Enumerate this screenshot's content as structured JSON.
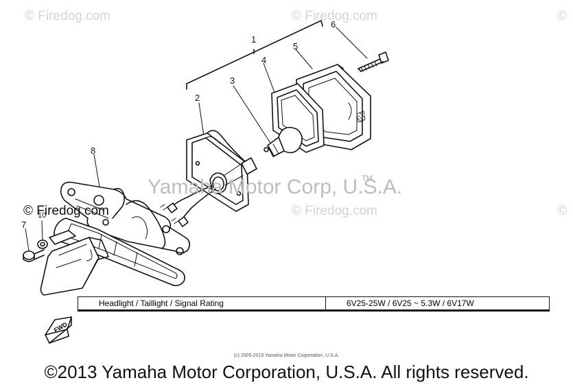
{
  "watermarks": {
    "top_left": "© Firedog.com",
    "top_center": "© Firedog.com",
    "top_right": "©",
    "mid_left": "© Firedog.com",
    "mid_center": "© Firedog.com",
    "mid_right": "©",
    "center": "Yamaha Motor Corp, U.S.A.",
    "trademark": "TM"
  },
  "callouts": [
    "1",
    "2",
    "3",
    "4",
    "5",
    "6",
    "7",
    "8",
    "10"
  ],
  "fwd_label": "FWD",
  "spec_table": {
    "label": "Headlight / Taillight / Signal Rating",
    "value": "6V25-25W / 6V25 ~ 5.3W / 6V17W"
  },
  "small_copyright": "(c) 2005-2015 Yamaha Motor Corporation, U.S.A.",
  "footer": "©2013 Yamaha Motor Corporation, U.S.A. All rights reserved.",
  "colors": {
    "line": "#111111",
    "watermark": "#d4d4d4",
    "background": "#ffffff"
  }
}
